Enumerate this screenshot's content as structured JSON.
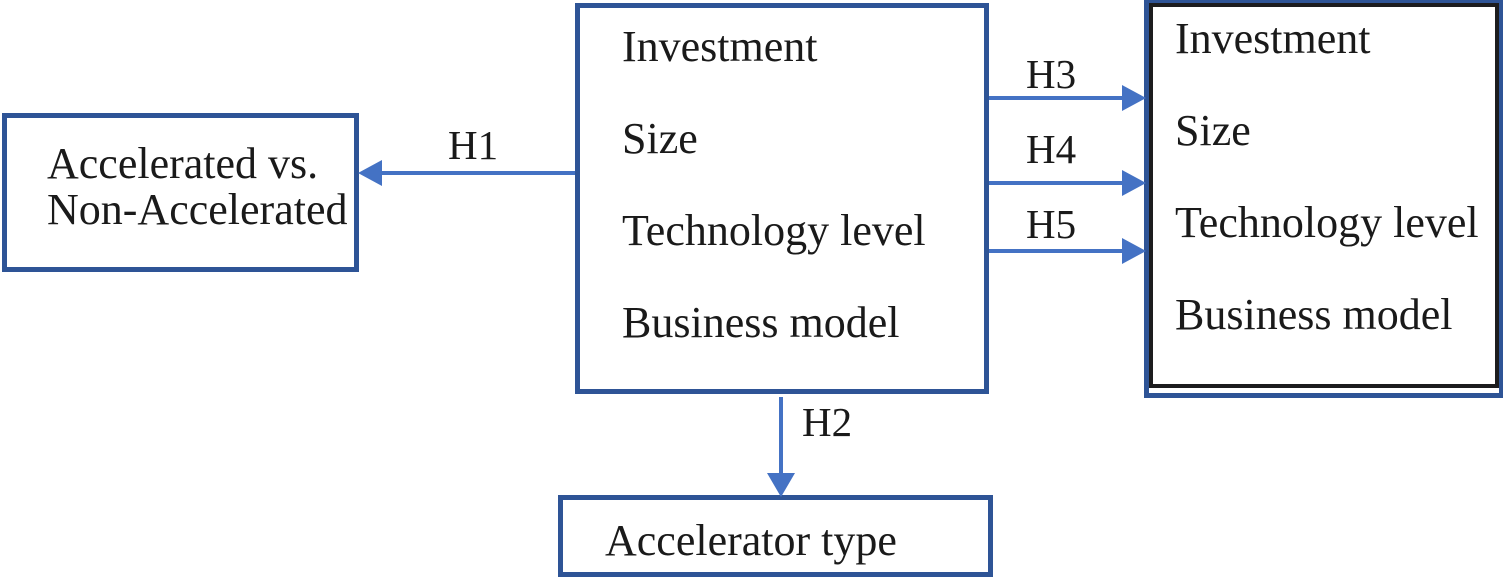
{
  "figure": {
    "background": "#FFFFFF",
    "colors": {
      "box_border": "#2E5496",
      "right_box_inner_border": "#1C1C1E",
      "arrow": "#4472C4",
      "text": "#1A1A1A"
    },
    "boxes": {
      "outcome": {
        "lines": [
          "Accelerated vs.",
          "Non-Accelerated"
        ]
      },
      "determinants_center": {
        "items": [
          "Investment",
          "Size",
          "Technology level",
          "Business model"
        ]
      },
      "determinants_right": {
        "items": [
          "Investment",
          "Size",
          "Technology level",
          "Business model"
        ]
      },
      "accelerator_type": {
        "label": "Accelerator type"
      }
    },
    "hypotheses": {
      "h1": "H1",
      "h2": "H2",
      "h3": "H3",
      "h4": "H4",
      "h5": "H5"
    }
  }
}
